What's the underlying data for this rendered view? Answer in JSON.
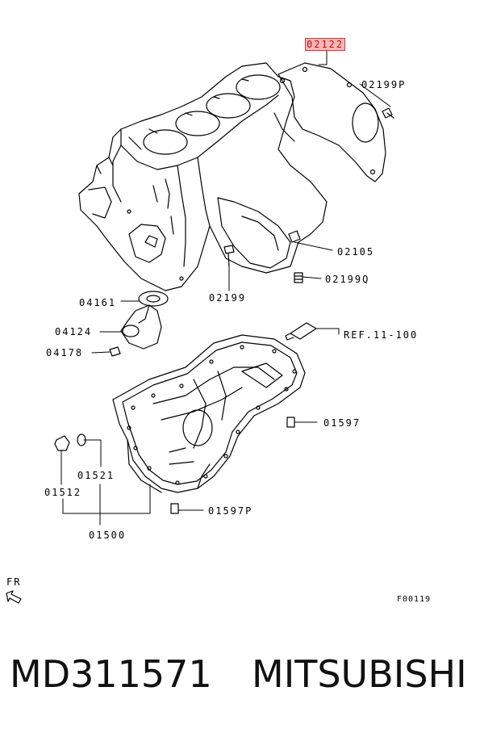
{
  "diagram": {
    "labels": {
      "p02122": "02122",
      "p02199P": "02199P",
      "p02105": "02105",
      "p02199Q": "02199Q",
      "p02199": "02199",
      "p04161": "04161",
      "p04124": "04124",
      "p04178": "04178",
      "ref": "REF.11-100",
      "p01597": "01597",
      "p01521": "01521",
      "p01512": "01512",
      "p01597P": "01597P",
      "p01500": "01500"
    },
    "fr_label": "FR",
    "figure_code": "F00119"
  },
  "footer": {
    "part_number": "MD311571",
    "brand": "MITSUBISHI"
  },
  "colors": {
    "highlight_fill": "#f6b7b7",
    "highlight_border": "#e23333",
    "ink": "#000000"
  }
}
